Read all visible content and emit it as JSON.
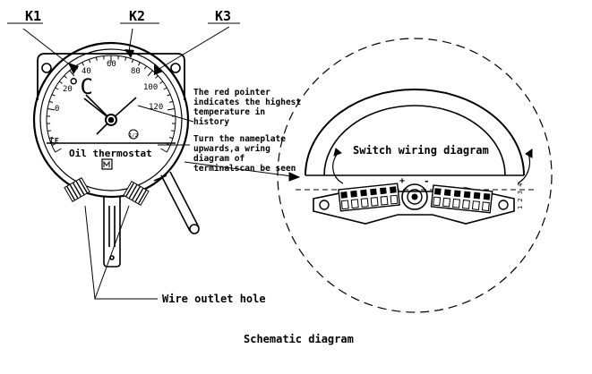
{
  "labels": {
    "k1": "K1",
    "k2": "K2",
    "k3": "K3",
    "unit": "°C",
    "ce_mark": "CE",
    "nameplate": "Oil thermostat",
    "switch_wiring": "Switch wiring diagram",
    "wire_outlet": "Wire outlet hole",
    "caption": "Schematic diagram",
    "side_mark": "1 2 3 4",
    "plus": "+",
    "minus": "-"
  },
  "dial": {
    "scale": [
      "0",
      "20",
      "40",
      "60",
      "80",
      "100",
      "120"
    ],
    "mark": "1/2"
  },
  "notes": {
    "red_pointer": "The red pointer indicates the highest temperature in history",
    "nameplate_turn": "Turn the nameplate upwards,a wring diagram of terminalscan be seen"
  },
  "terminals": {
    "left_count": 6,
    "right_count": 6
  }
}
